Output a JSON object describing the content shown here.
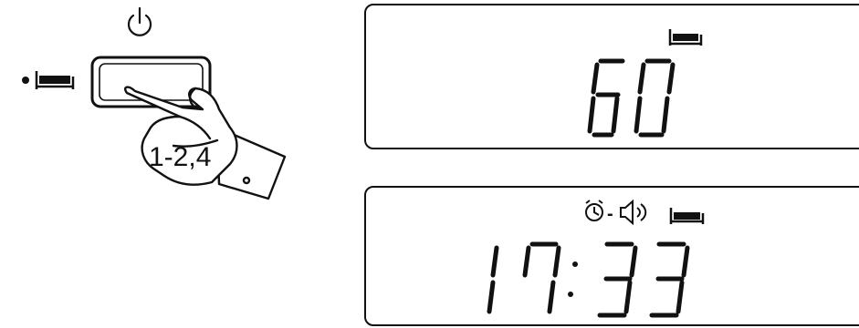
{
  "device_panel": {
    "power_icon": "power-icon",
    "sleep_icon": "bed-icon",
    "button_name": "snooze-sleep-button",
    "hand_icon": "pointing-hand-icon",
    "step_label": "1-2,4"
  },
  "display_top": {
    "icons": [
      "bed-icon"
    ],
    "digits": "60"
  },
  "display_bottom": {
    "icons": [
      "alarm-clock-icon",
      "speaker-icon",
      "bed-icon"
    ],
    "separator": "-",
    "digits_hours": "17",
    "digits_minutes": "33"
  },
  "colors": {
    "stroke": "#111111",
    "background": "#ffffff"
  }
}
